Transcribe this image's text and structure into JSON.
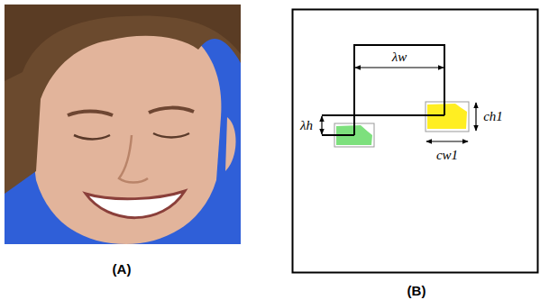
{
  "diagram": {
    "labels": [
      "(A)",
      "(B)",
      "λw",
      "λh",
      "ch1",
      "cw1"
    ]
  }
}
